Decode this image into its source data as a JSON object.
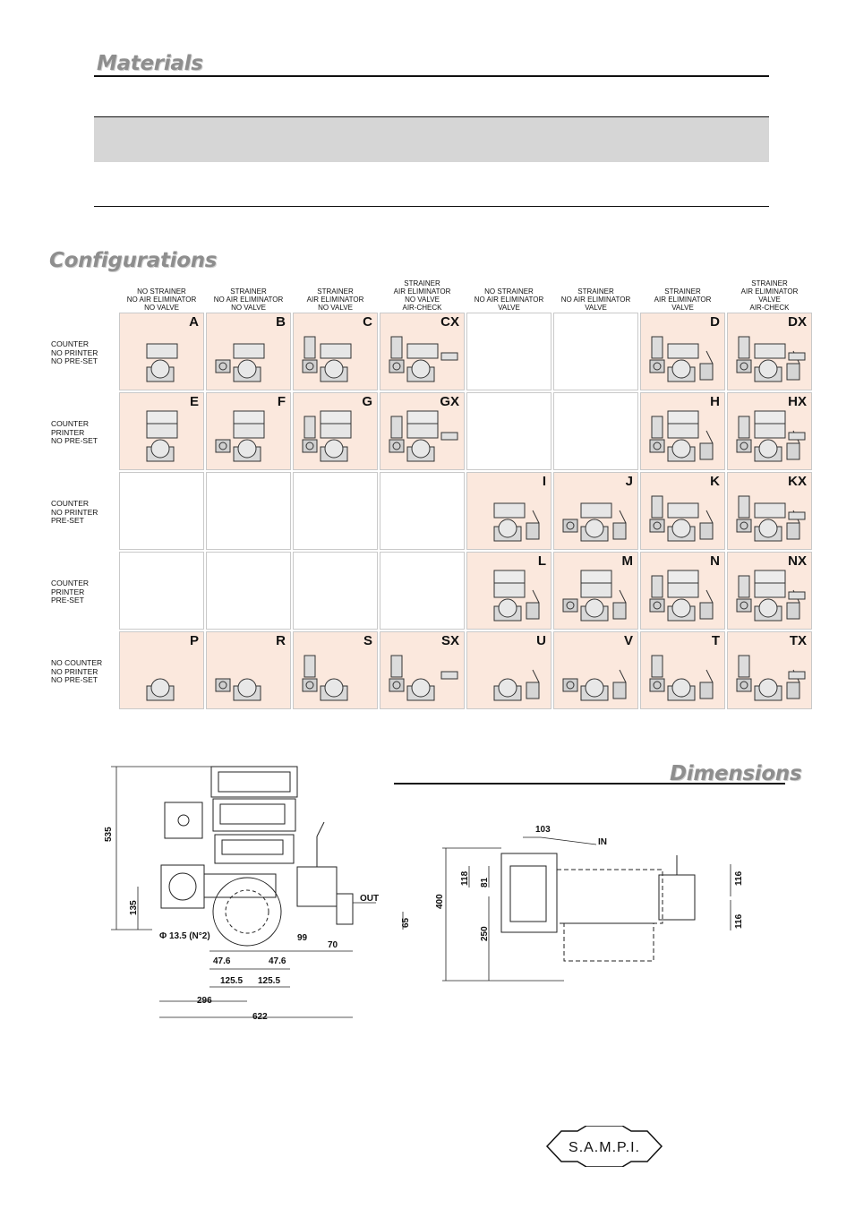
{
  "materials": {
    "heading": "Materials"
  },
  "configurations": {
    "heading": "Configurations",
    "columns": [
      [
        "NO STRAINER",
        "NO AIR ELIMINATOR",
        "NO VALVE"
      ],
      [
        "STRAINER",
        "NO AIR ELIMINATOR",
        "NO VALVE"
      ],
      [
        "STRAINER",
        "AIR ELIMINATOR",
        "NO VALVE"
      ],
      [
        "STRAINER",
        "AIR ELIMINATOR",
        "NO VALVE",
        "AIR-CHECK"
      ],
      [
        "NO STRAINER",
        "NO AIR ELIMINATOR",
        "VALVE"
      ],
      [
        "STRAINER",
        "NO AIR ELIMINATOR",
        "VALVE"
      ],
      [
        "STRAINER",
        "AIR ELIMINATOR",
        "VALVE"
      ],
      [
        "STRAINER",
        "AIR ELIMINATOR",
        "VALVE",
        "AIR-CHECK"
      ]
    ],
    "rows": [
      {
        "label": [
          "COUNTER",
          "NO PRINTER",
          "NO PRE-SET"
        ],
        "cells": [
          "A",
          "B",
          "C",
          "CX",
          "",
          "",
          "D",
          "DX"
        ]
      },
      {
        "label": [
          "COUNTER",
          "PRINTER",
          "NO PRE-SET"
        ],
        "cells": [
          "E",
          "F",
          "G",
          "GX",
          "",
          "",
          "H",
          "HX"
        ]
      },
      {
        "label": [
          "COUNTER",
          "NO PRINTER",
          "PRE-SET"
        ],
        "cells": [
          "",
          "",
          "",
          "",
          "I",
          "J",
          "K",
          "KX"
        ]
      },
      {
        "label": [
          "COUNTER",
          "PRINTER",
          "PRE-SET"
        ],
        "cells": [
          "",
          "",
          "",
          "",
          "L",
          "M",
          "N",
          "NX"
        ]
      },
      {
        "label": [
          "NO COUNTER",
          "NO PRINTER",
          "NO PRE-SET"
        ],
        "cells": [
          "P",
          "R",
          "S",
          "SX",
          "U",
          "V",
          "T",
          "TX"
        ]
      }
    ]
  },
  "dimensions": {
    "heading": "Dimensions",
    "front": {
      "height_total": "535",
      "height_inlet": "135",
      "height_outlet": "65",
      "hole": "Φ 13.5 (N°2)",
      "spacing_a": "47.6",
      "spacing_b": "47.6",
      "half_a": "125.5",
      "half_b": "125.5",
      "outlet_offset": "99",
      "valve_width": "70",
      "inlet_to_center": "296",
      "overall_length": "622",
      "out_label": "OUT"
    },
    "side": {
      "top_width": "103",
      "in_label": "IN",
      "height_overall": "400",
      "height_upper": "118",
      "height_inner": "81",
      "height_lower": "250",
      "flange_upper": "116",
      "flange_lower": "116"
    }
  },
  "logo": {
    "text": "S.A.M.P.I."
  }
}
